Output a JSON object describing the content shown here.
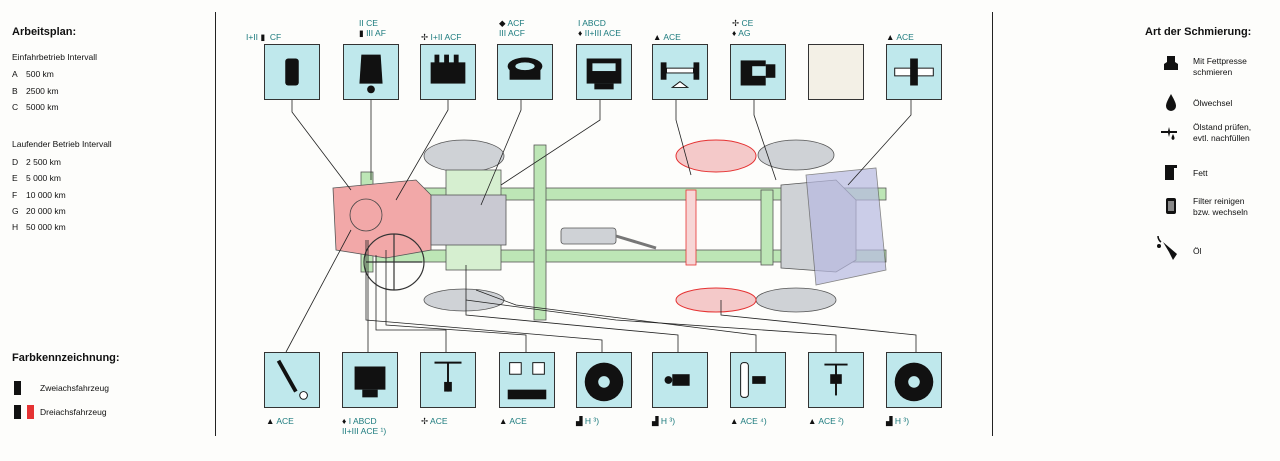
{
  "left": {
    "title": "Arbeitsplan:",
    "einfahr_title": "Einfahrbetrieb Intervall",
    "einfahr": [
      {
        "key": "A",
        "val": "500 km"
      },
      {
        "key": "B",
        "val": "2500 km"
      },
      {
        "key": "C",
        "val": "5000 km"
      }
    ],
    "laufend_title": "Laufender Betrieb Intervall",
    "laufend": [
      {
        "key": "D",
        "val": "2 500 km"
      },
      {
        "key": "E",
        "val": "5 000 km"
      },
      {
        "key": "F",
        "val": "10 000 km"
      },
      {
        "key": "G",
        "val": "20 000 km"
      },
      {
        "key": "H",
        "val": "50 000 km"
      }
    ],
    "farb_title": "Farbkennzeichnung:",
    "farb": [
      {
        "label": "Zweiachsfahrzeug",
        "color": "#111111"
      },
      {
        "label": "Dreiachsfahrzeug",
        "color": "#e53232"
      }
    ]
  },
  "right": {
    "title": "Art der Schmierung:",
    "legend": [
      {
        "icon": "grease-gun-icon",
        "label1": "Mit Fettpresse",
        "label2": "schmieren"
      },
      {
        "icon": "oil-drop-icon",
        "label1": "Ölwechsel",
        "label2": ""
      },
      {
        "icon": "oil-level-icon",
        "label1": "Ölstand prüfen,",
        "label2": "evtl. nachfüllen"
      },
      {
        "icon": "grease-tin-icon",
        "label1": "Fett",
        "label2": ""
      },
      {
        "icon": "filter-icon",
        "label1": "Filter reinigen",
        "label2": "bzw. wechseln"
      },
      {
        "icon": "oil-can-icon",
        "label1": "Öl",
        "label2": ""
      }
    ]
  },
  "top": [
    {
      "l1": "I+II",
      "l2": "CF"
    },
    {
      "l1": "II  CE",
      "l2": "III  AF"
    },
    {
      "l1": "I+II  ACF",
      "l2": ""
    },
    {
      "l1": "ACF",
      "l2": "III  ACF"
    },
    {
      "l1": "I  ABCD",
      "l2": "II+III ACE"
    },
    {
      "l1": "ACE",
      "l2": ""
    },
    {
      "l1": "CE",
      "l2": "AG"
    },
    {
      "l1": "",
      "l2": ""
    },
    {
      "l1": "ACE",
      "l2": ""
    }
  ],
  "bottom": [
    {
      "l1": "ACE",
      "l2": ""
    },
    {
      "l1": "I  ABCD",
      "l2": "II+III ACE ¹)"
    },
    {
      "l1": "ACE",
      "l2": ""
    },
    {
      "l1": "ACE",
      "l2": ""
    },
    {
      "l1": "H ³)",
      "l2": ""
    },
    {
      "l1": "H ³)",
      "l2": ""
    },
    {
      "l1": "ACE ⁴)",
      "l2": ""
    },
    {
      "l1": "ACE ²)",
      "l2": ""
    },
    {
      "l1": "H ³)",
      "l2": ""
    }
  ],
  "colors": {
    "box": "#bfe8ec",
    "label": "#1b7a7d",
    "frame": "#bde6b6",
    "red": "#e53232",
    "pink": "#f2a8a8",
    "grey": "#cfd2d6",
    "blue": "#b7b9e0"
  }
}
